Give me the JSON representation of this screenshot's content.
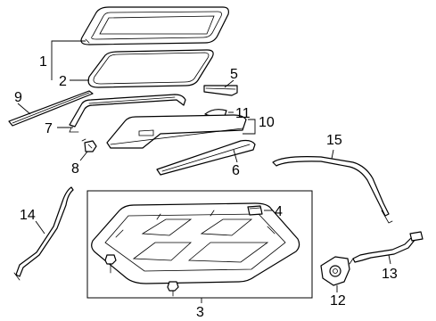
{
  "diagram": {
    "callouts": {
      "c1": "1",
      "c2": "2",
      "c3": "3",
      "c4": "4",
      "c5": "5",
      "c6": "6",
      "c7": "7",
      "c8": "8",
      "c9": "9",
      "c10": "10",
      "c11": "11",
      "c12": "12",
      "c13": "13",
      "c14": "14",
      "c15": "15"
    },
    "colors": {
      "line": "#000000",
      "background": "#ffffff"
    }
  }
}
